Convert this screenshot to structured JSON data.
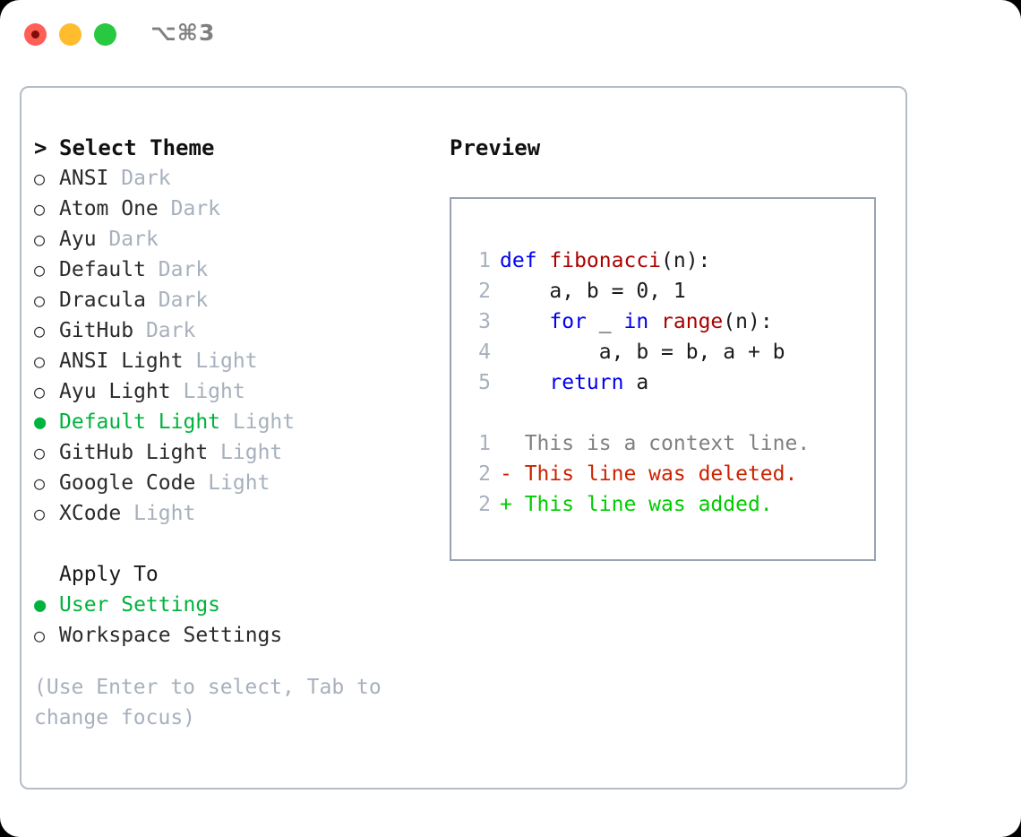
{
  "window": {
    "shortcut": "⌥⌘3",
    "traffic_lights": [
      {
        "name": "close",
        "color": "#ff5f57"
      },
      {
        "name": "minimize",
        "color": "#ffbd2e"
      },
      {
        "name": "zoom",
        "color": "#28c840"
      }
    ]
  },
  "theme_picker": {
    "caret": ">",
    "title": "Select Theme",
    "bullet_off": "○",
    "bullet_on": "●",
    "selection_color": "#00b33c",
    "items": [
      {
        "name": "ANSI",
        "variant": "Dark",
        "selected": false
      },
      {
        "name": "Atom One",
        "variant": "Dark",
        "selected": false
      },
      {
        "name": "Ayu",
        "variant": "Dark",
        "selected": false
      },
      {
        "name": "Default",
        "variant": "Dark",
        "selected": false
      },
      {
        "name": "Dracula",
        "variant": "Dark",
        "selected": false
      },
      {
        "name": "GitHub",
        "variant": "Dark",
        "selected": false
      },
      {
        "name": "ANSI Light",
        "variant": "Light",
        "selected": false
      },
      {
        "name": "Ayu Light",
        "variant": "Light",
        "selected": false
      },
      {
        "name": "Default Light",
        "variant": "Light",
        "selected": true
      },
      {
        "name": "GitHub Light",
        "variant": "Light",
        "selected": false
      },
      {
        "name": "Google Code",
        "variant": "Light",
        "selected": false
      },
      {
        "name": "XCode",
        "variant": "Light",
        "selected": false
      }
    ]
  },
  "apply_to": {
    "title": "Apply To",
    "options": [
      {
        "label": "User Settings",
        "selected": true
      },
      {
        "label": "Workspace Settings",
        "selected": false
      }
    ]
  },
  "hint": "(Use Enter to select, Tab to change focus)",
  "preview": {
    "title": "Preview",
    "code_lines": [
      {
        "number": "1",
        "tokens": [
          {
            "t": "def ",
            "c": "kw"
          },
          {
            "t": "fibonacci",
            "c": "fn"
          },
          {
            "t": "(n):",
            "c": "plain"
          }
        ]
      },
      {
        "number": "2",
        "tokens": [
          {
            "t": "    a, b = 0, 1",
            "c": "plain"
          }
        ]
      },
      {
        "number": "3",
        "tokens": [
          {
            "t": "    ",
            "c": "plain"
          },
          {
            "t": "for",
            "c": "kw"
          },
          {
            "t": " _ ",
            "c": "plain"
          },
          {
            "t": "in",
            "c": "kw"
          },
          {
            "t": " ",
            "c": "plain"
          },
          {
            "t": "range",
            "c": "fn"
          },
          {
            "t": "(n):",
            "c": "plain"
          }
        ]
      },
      {
        "number": "4",
        "tokens": [
          {
            "t": "        a, b = b, a + b",
            "c": "plain"
          }
        ]
      },
      {
        "number": "5",
        "tokens": [
          {
            "t": "    ",
            "c": "plain"
          },
          {
            "t": "return",
            "c": "kw"
          },
          {
            "t": " a",
            "c": "plain"
          }
        ]
      }
    ],
    "diff_lines": [
      {
        "number": "1",
        "marker": "  ",
        "text": "This is a context line.",
        "kind": "ctx"
      },
      {
        "number": "2",
        "marker": "- ",
        "text": "This line was deleted.",
        "kind": "del"
      },
      {
        "number": "2",
        "marker": "+ ",
        "text": "This line was added.",
        "kind": "add"
      }
    ]
  }
}
